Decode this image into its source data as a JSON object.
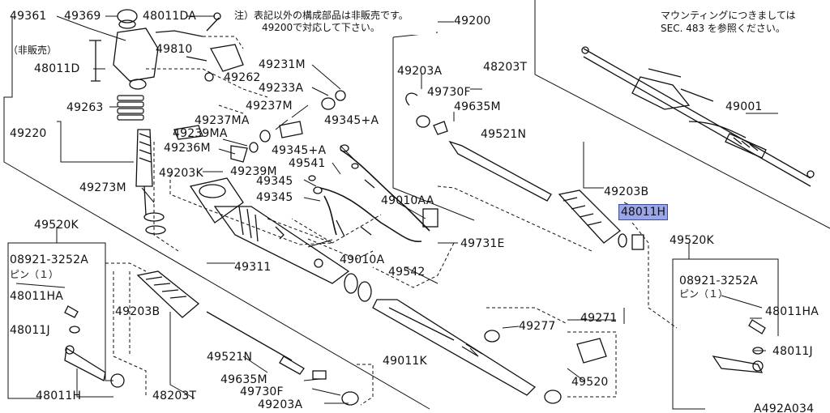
{
  "labels": {
    "p49361": "49361",
    "p49369": "49369",
    "p48011DA": "48011DA",
    "hihanbai": "（非販売）",
    "p49810": "49810",
    "p48011D": "48011D",
    "p49262": "49262",
    "p49231M": "49231M",
    "p49233A": "49233A",
    "p49263": "49263",
    "p49237M": "49237M",
    "p49237MA": "49237MA",
    "p49345A1": "49345+A",
    "p49239MA": "49239MA",
    "p49220": "49220",
    "p49236M": "49236M",
    "p49345A2": "49345+A",
    "p49541": "49541",
    "p49239M": "49239M",
    "p49203K": "49203K",
    "p49273M": "49273M",
    "p49345a": "49345",
    "p49345b": "49345",
    "p49010AA": "49010AA",
    "p49731E": "49731E",
    "p49520K_l": "49520K",
    "pin_code_l": "08921-3252A",
    "pin_l": "ピン（１）",
    "p49311": "49311",
    "p49010A": "49010A",
    "p49542": "49542",
    "p48011HA_l": "48011HA",
    "p49203B_l": "49203B",
    "p48011J_l": "48011J",
    "p49521N_l": "49521N",
    "p48011H_l": "48011H",
    "p49635M_l": "49635M",
    "p49730F_l": "49730F",
    "p48203T_l": "48203T",
    "p49203A_l": "49203A",
    "p49200": "49200",
    "p49203A_r": "49203A",
    "p48203T_r": "48203T",
    "p49730F_r": "49730F",
    "p49635M_r": "49635M",
    "p49521N_r": "49521N",
    "p49001": "49001",
    "p49203B_r": "49203B",
    "p48011H_hl": "48011H",
    "p49520K_r": "49520K",
    "pin_code_r": "08921-3252A",
    "pin_r": "ピン（１）",
    "p48011HA_r": "48011HA",
    "p48011J_r": "48011J",
    "p49271": "49271",
    "p49277": "49277",
    "p49011K": "49011K",
    "p49520": "49520",
    "diagram_code": "A492A034"
  },
  "notes": {
    "top_note_line1": "注）表記以外の構成部品は非販売です。",
    "top_note_line2": "49200で対応して下さい。",
    "mounting_line1": "マウンティングにつきましては",
    "mounting_line2": "SEC. 483 を参照ください。"
  },
  "highlight_color": "#9aa6e6"
}
